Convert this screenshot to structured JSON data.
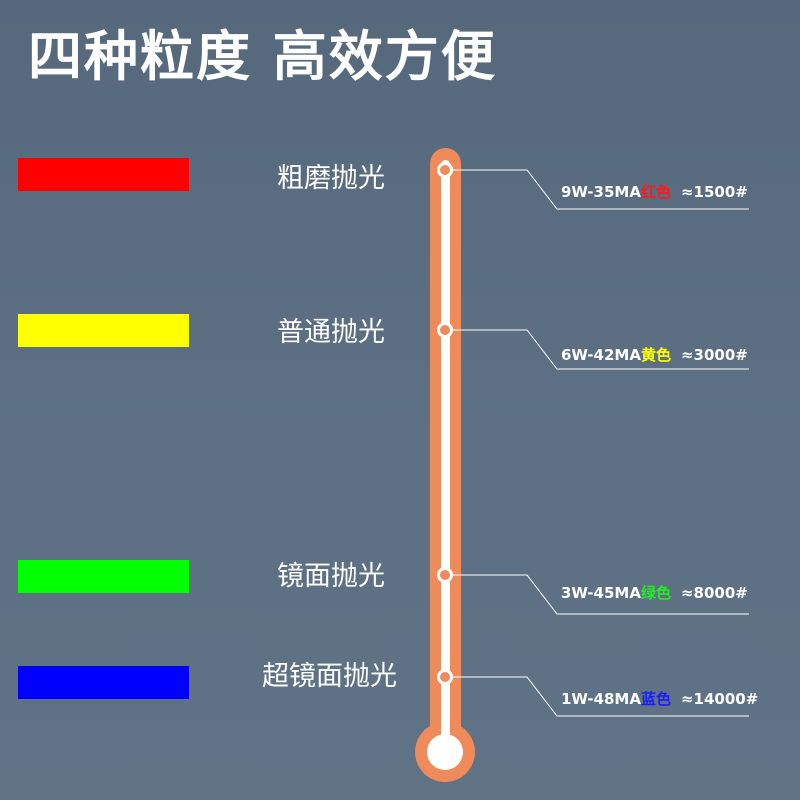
{
  "title": "四种粒度 高效方便",
  "colors": {
    "background": "#5a6d80",
    "thermometer": "#ef8a5b",
    "tube_inner": "#ffffff"
  },
  "levels": [
    {
      "label": "粗磨抛光",
      "swatch_color": "#ff0000",
      "power": "9W-35MA",
      "color_name": "红色",
      "color_name_hex": "#ff1a1a",
      "grit": "≈1500#"
    },
    {
      "label": "普通抛光",
      "swatch_color": "#ffff00",
      "power": "6W-42MA",
      "color_name": "黄色",
      "color_name_hex": "#ffff00",
      "grit": "≈3000#"
    },
    {
      "label": "镜面抛光",
      "swatch_color": "#00ff00",
      "power": "3W-45MA",
      "color_name": "绿色",
      "color_name_hex": "#22ee22",
      "grit": "≈8000#"
    },
    {
      "label": "超镜面抛光",
      "swatch_color": "#0000ff",
      "power": "1W-48MA",
      "color_name": "蓝色",
      "color_name_hex": "#1a1aff",
      "grit": "≈14000#"
    }
  ]
}
